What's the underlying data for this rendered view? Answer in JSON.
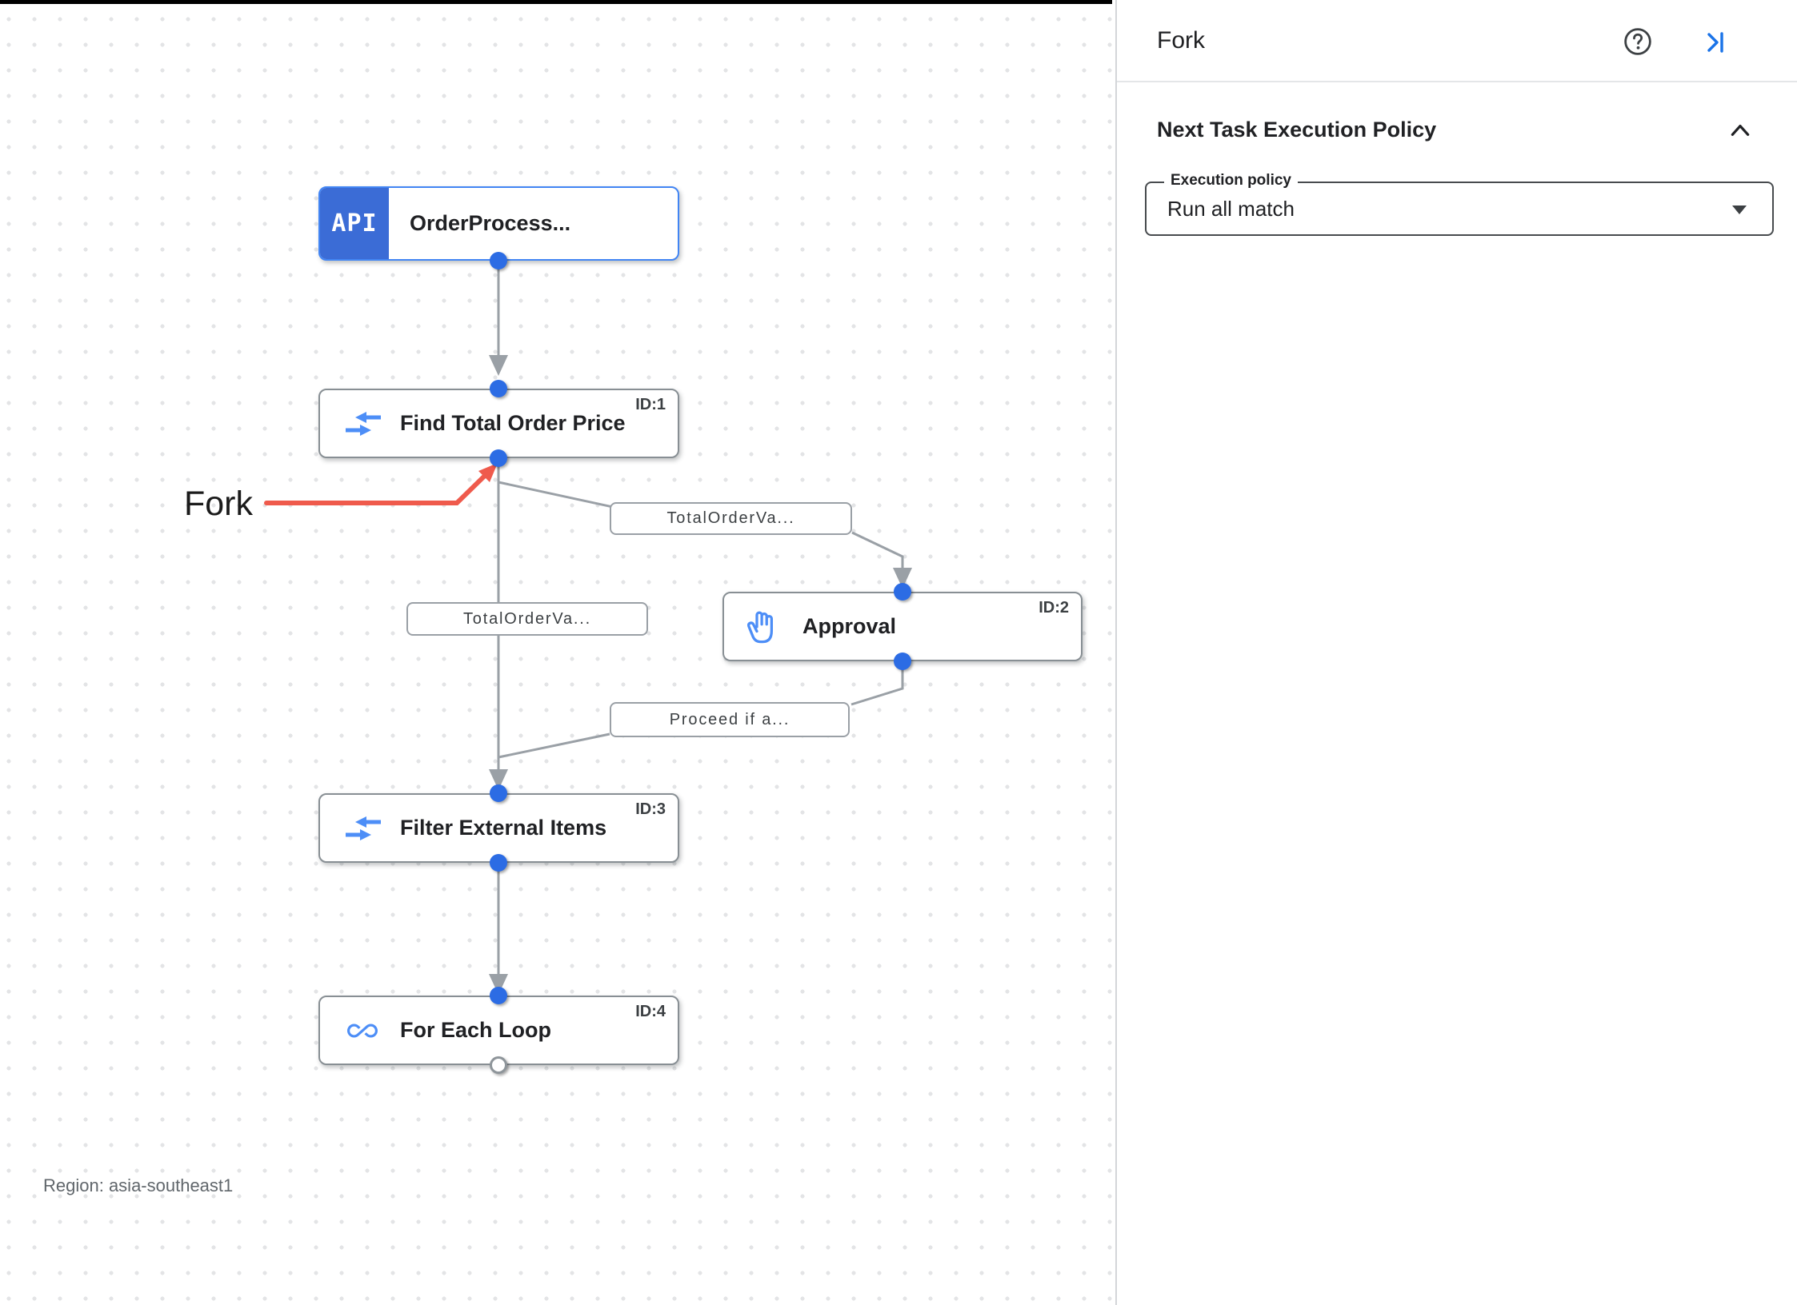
{
  "canvas": {
    "region_label": "Region: asia-southeast1",
    "annotation_label": "Fork",
    "nodes": [
      {
        "title": "OrderProcess...",
        "badge": "API",
        "id_label": "",
        "icon": "api-trigger-badge"
      },
      {
        "title": "Find Total Order Price",
        "id_label": "ID:1",
        "icon": "fork-icon"
      },
      {
        "title": "Approval",
        "id_label": "ID:2",
        "icon": "approval-hand-icon"
      },
      {
        "title": "Filter External Items",
        "id_label": "ID:3",
        "icon": "fork-icon"
      },
      {
        "title": "For Each Loop",
        "id_label": "ID:4",
        "icon": "loop-icon"
      }
    ],
    "edge_labels": [
      "TotalOrderVa...",
      "TotalOrderVa...",
      "Proceed if a..."
    ]
  },
  "panel": {
    "title": "Fork",
    "icons": [
      "help-icon",
      "collapse-panel-icon",
      "chevron-up-icon"
    ],
    "section_heading": "Next Task Execution Policy",
    "execution_policy": {
      "label": "Execution policy",
      "value": "Run all match"
    }
  },
  "colors": {
    "trigger_border_blue": "#4285f4",
    "badge_blue": "#3b6cd6",
    "connector_dot_blue": "#2c6ce4",
    "edge_gray": "#9aa0a6",
    "task_icon_blue": "#4d8ef7",
    "annotation_red": "#ef5a4c",
    "panel_action_blue": "#1a73e8"
  }
}
